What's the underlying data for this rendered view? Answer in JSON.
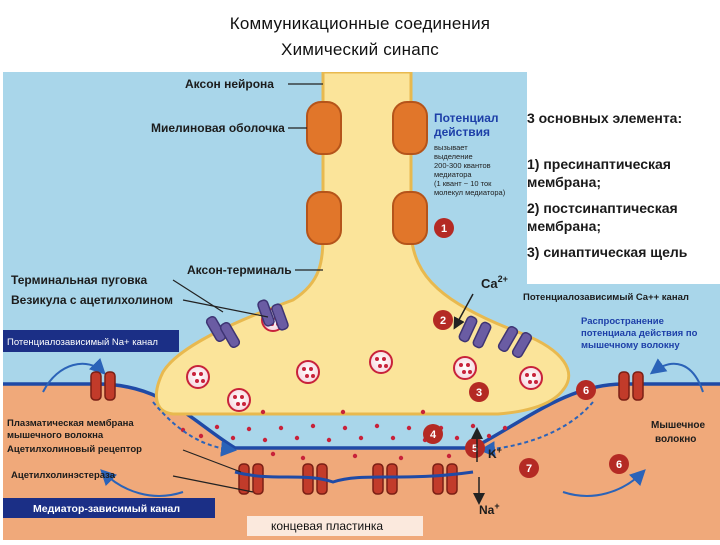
{
  "header": {
    "title_line1": "Коммуникационные соединения",
    "title_line2": "Химический синапс"
  },
  "labels": {
    "axon": "Аксон нейрона",
    "myelin": "Миелиновая оболочка",
    "terminal_button": "Терминальная пуговка",
    "axon_terminal": "Аксон-терминаль",
    "vesicle": "Везикула с ацетилхолином",
    "na_channel": "Потенциалозависимый Na+ канал",
    "ca_channel": "Потенциалозависимый Ca++ канал",
    "spread_line1": "Распространение",
    "spread_line2": "потенциала действия по",
    "spread_line3": "мышечному волокну",
    "plasma_line1": "Плазматическая мембрана",
    "plasma_line2": "мышечного волокна",
    "ach_receptor": "Ацетилхолиновый рецептор",
    "ache": "Ацетилхолинэстераза",
    "mediator_channel": "Медиатор-зависимый канал",
    "end_plate": "концевая пластинка",
    "muscle_line1": "Мышечное",
    "muscle_line2": "волокно",
    "ca_ion": "Ca",
    "ca_sup": "2+",
    "k_ion": "K",
    "k_sup": "+",
    "na_ion": "Na",
    "na_sup": "+"
  },
  "action_potential": {
    "title_line1": "Потенциал",
    "title_line2": "действия",
    "note_line1": "вызывает",
    "note_line2": "выделение",
    "note_line3": "200-300 квантов",
    "note_line4": "медиатора",
    "note_line5": "(1 квант ~ 10 ток",
    "note_line6": "молекул медиатора)"
  },
  "info_panel": {
    "line1": "3 основных элемента:",
    "line2": "1) пресинаптическая",
    "line3": "мембрана;",
    "line4": "2) постсинаптическая",
    "line5": "мембрана;",
    "line6": "3) синаптическая щель"
  },
  "step_markers": [
    "1",
    "2",
    "3",
    "4",
    "5",
    "6",
    "6",
    "7"
  ],
  "colors": {
    "background": "#a9d6ea",
    "neuron_fill": "#fbe49a",
    "neuron_stroke": "#e8b94f",
    "myelin": "#e1762a",
    "muscle": "#f0a97a",
    "step_marker": "#b42a24",
    "vesicle_dots": "#c8223a",
    "channel_purple": "#6a5ca3",
    "receptor_red": "#c23b2a",
    "label_box": "#1b2f86"
  }
}
